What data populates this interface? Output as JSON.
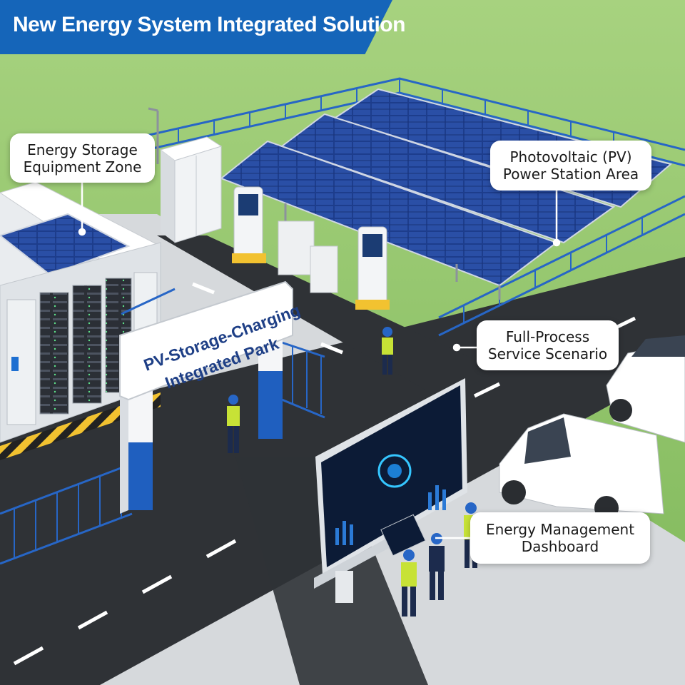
{
  "banner": {
    "title": "New Energy System Integrated Solution",
    "color": "#1565b9"
  },
  "callouts": [
    {
      "line1": "Energy Storage",
      "line2": "Equipment Zone"
    },
    {
      "line1": "Photovoltaic (PV)",
      "line2": "Power Station Area"
    },
    {
      "line1": "Full-Process",
      "line2": "Service Scenario"
    },
    {
      "line1": "Energy Management",
      "line2": "Dashboard"
    }
  ],
  "gate_sign": {
    "line1": "PV-Storage-Charging",
    "line2": "Integrated Park"
  },
  "colors": {
    "grass": "#8fc76a",
    "road": "#2f3236",
    "fence": "#2766c6",
    "panel": "#1d3d8c",
    "accent": "#1565b9"
  }
}
